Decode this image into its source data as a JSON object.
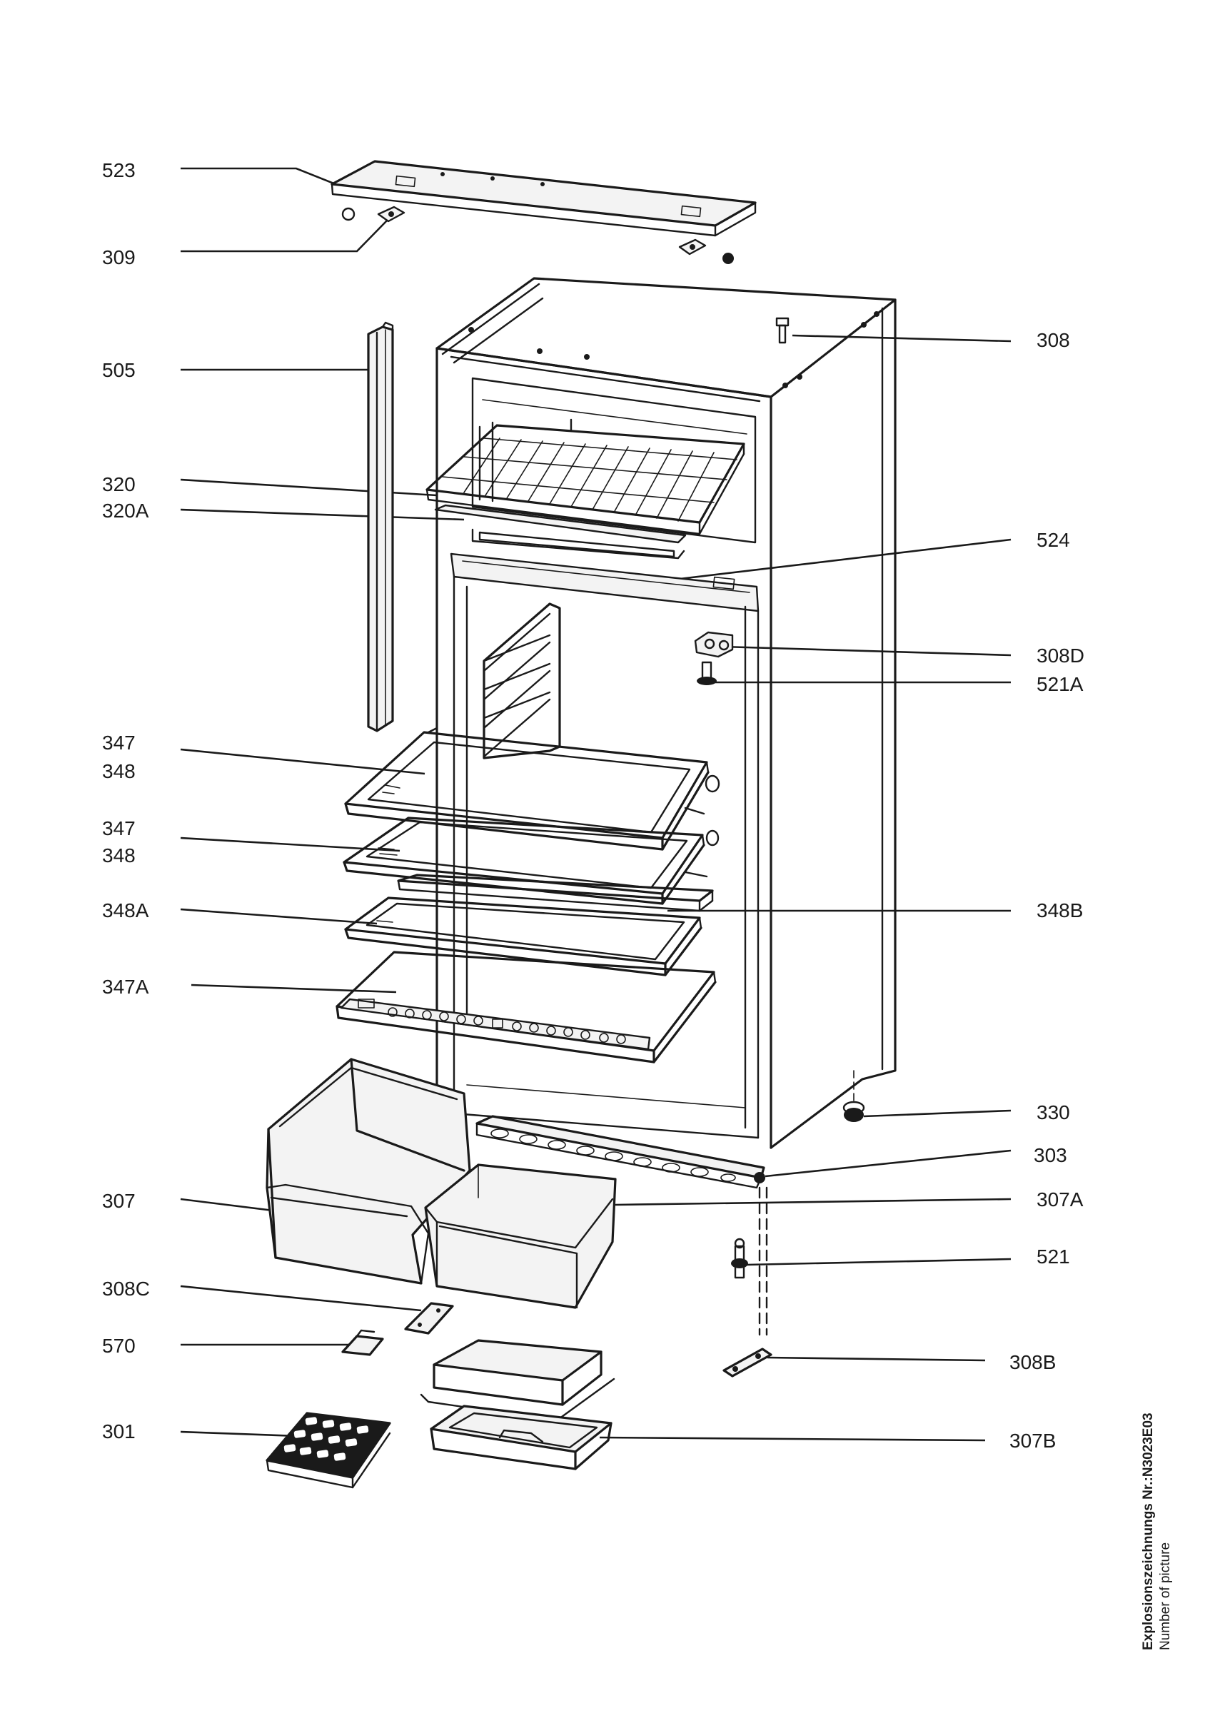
{
  "drawing": {
    "caption_title": "Explosionszeichnungs Nr.:N3023E03",
    "caption_subtitle": "Number of picture",
    "labels_left": [
      {
        "key": "523",
        "text": "523"
      },
      {
        "key": "309",
        "text": "309"
      },
      {
        "key": "505",
        "text": "505"
      },
      {
        "key": "320",
        "text": "320"
      },
      {
        "key": "320A",
        "text": "320A"
      },
      {
        "key": "347a",
        "text": "347"
      },
      {
        "key": "348a",
        "text": "348"
      },
      {
        "key": "347b",
        "text": "347"
      },
      {
        "key": "348b",
        "text": "348"
      },
      {
        "key": "348A",
        "text": "348A"
      },
      {
        "key": "347A",
        "text": "347A"
      },
      {
        "key": "307",
        "text": "307"
      },
      {
        "key": "308C",
        "text": "308C"
      },
      {
        "key": "570",
        "text": "570"
      },
      {
        "key": "301",
        "text": "301"
      }
    ],
    "labels_right": [
      {
        "key": "308",
        "text": "308"
      },
      {
        "key": "524",
        "text": "524"
      },
      {
        "key": "308D",
        "text": "308D"
      },
      {
        "key": "521A",
        "text": "521A"
      },
      {
        "key": "348B",
        "text": "348B"
      },
      {
        "key": "330",
        "text": "330"
      },
      {
        "key": "303",
        "text": "303"
      },
      {
        "key": "307A",
        "text": "307A"
      },
      {
        "key": "521",
        "text": "521"
      },
      {
        "key": "308B",
        "text": "308B"
      },
      {
        "key": "307B",
        "text": "307B"
      }
    ]
  }
}
